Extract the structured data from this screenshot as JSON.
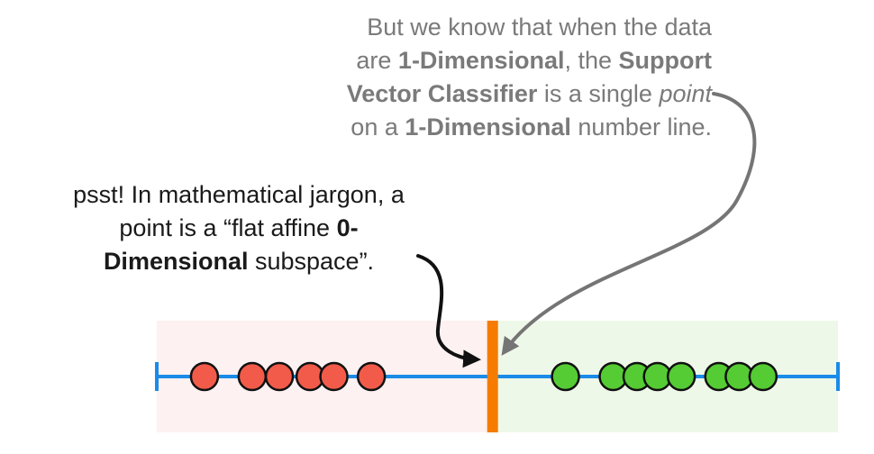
{
  "top_callout": {
    "l1": "But we know that when the data",
    "l2_a": "are ",
    "l2_b": "1-Dimensional",
    "l2_c": ", the ",
    "l2_d": "Support",
    "l3_a": "Vector Classifier",
    "l3_b": " is a single ",
    "l3_c": "point",
    "l4_a": "on a ",
    "l4_b": "1-Dimensional",
    "l4_c": " number line."
  },
  "left_callout": {
    "l1": "psst! In mathematical jargon, a",
    "l2_a": "point is a “flat affine ",
    "l2_b": "0-",
    "l3_a": "Dimensional",
    "l3_b": " subspace”."
  },
  "colors": {
    "axis": "#1a8be8",
    "classifier": "#f57c00",
    "red_point": "#f25b4a",
    "green_point": "#55cc33",
    "red_region": "#fdf1f1",
    "green_region": "#eef8e8",
    "top_text": "#7a7a7a",
    "arrow_grey": "#757575",
    "arrow_black": "#111111"
  },
  "diagram": {
    "axis_min": 0,
    "axis_max": 100,
    "classifier_position": 49.3,
    "red_points": [
      7.0,
      14.0,
      18.0,
      22.5,
      26.0,
      31.5
    ],
    "green_points": [
      60.0,
      67.0,
      70.5,
      73.5,
      77.0,
      82.5,
      85.5,
      89.0
    ]
  }
}
